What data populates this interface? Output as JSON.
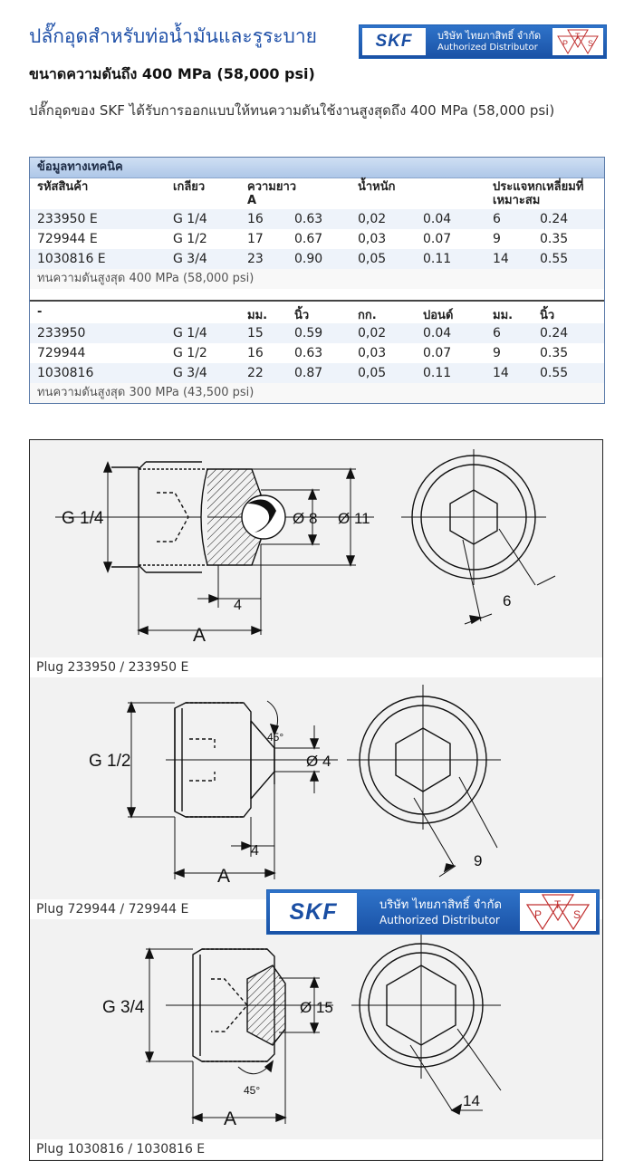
{
  "header": {
    "title": "ปลั๊กอุดสำหรับท่อน้ำมันและรูระบาย",
    "subtitle": "ขนาดความดันถึง 400 MPa (58,000 psi)",
    "intro": "ปลั๊กอุดของ SKF ได้รับการออกแบบให้ทนความดันใช้งานสูงสุดถึง 400 MPa (58,000 psi)"
  },
  "logo": {
    "brand": "SKF",
    "company": "บริษัท ไทยภาสิทธิ์ จำกัด",
    "tagline": "Authorized Distributor",
    "letters": [
      "P",
      "T",
      "S"
    ]
  },
  "table1": {
    "section_title": "ข้อมูลทางเทคนิค",
    "columns": [
      "รหัสสินค้า",
      "เกลียว",
      "ความยาว\nA",
      "น้ำหนัก",
      "ประแจหกเหลี่ยมที่เหมาะสม"
    ],
    "rows": [
      [
        "233950 E",
        "G 1/4",
        "16",
        "0.63",
        "0,02",
        "0.04",
        "6",
        "0.24"
      ],
      [
        "729944 E",
        "G 1/2",
        "17",
        "0.67",
        "0,03",
        "0.07",
        "9",
        "0.35"
      ],
      [
        "1030816 E",
        "G 3/4",
        "23",
        "0.90",
        "0,05",
        "0.11",
        "14",
        "0.55"
      ]
    ],
    "note": "ทนความดันสูงสุด 400 MPa (58,000 psi)"
  },
  "table2": {
    "columns": [
      "-",
      "มม.",
      "นิ้ว",
      "กก.",
      "ปอนด์",
      "มม.",
      "นิ้ว"
    ],
    "rows": [
      [
        "233950",
        "G 1/4",
        "15",
        "0.59",
        "0,02",
        "0.04",
        "6",
        "0.24"
      ],
      [
        "729944",
        "G 1/2",
        "16",
        "0.63",
        "0,03",
        "0.07",
        "9",
        "0.35"
      ],
      [
        "1030816",
        "G 3/4",
        "22",
        "0.87",
        "0,05",
        "0.11",
        "14",
        "0.55"
      ]
    ],
    "note": "ทนความดันสูงสุด 300 MPa (43,500 psi)"
  },
  "figures": {
    "fig1": {
      "thread": "G 1/4",
      "d1": "Ø 8",
      "d2": "Ø 11",
      "dim_small": "4",
      "dim_a": "A",
      "hex": "6",
      "caption": "Plug 233950 / 233950 E"
    },
    "fig2": {
      "thread": "G 1/2",
      "angle": "45°",
      "d1": "Ø 4",
      "dim_small": "4",
      "dim_a": "A",
      "hex": "9",
      "caption": "Plug 729944 / 729944 E"
    },
    "fig3": {
      "thread": "G 3/4",
      "d1": "Ø 15",
      "angle": "45°",
      "dim_a": "A",
      "hex": "14",
      "caption": "Plug 1030816 / 1030816 E"
    }
  }
}
